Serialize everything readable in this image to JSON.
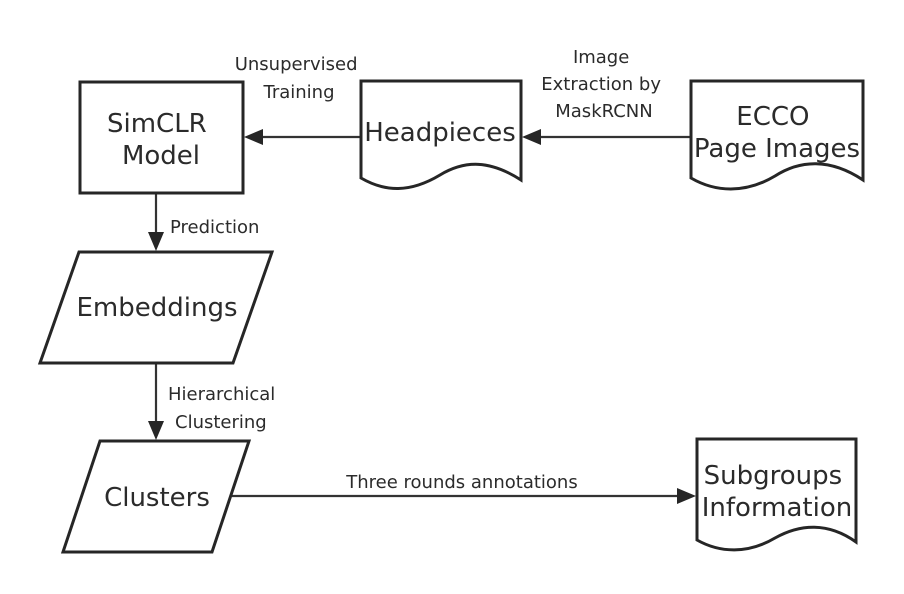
{
  "diagram": {
    "type": "flowchart",
    "colors": {
      "stroke": "#262626",
      "text": "#2b2b2b",
      "background": "#ffffff"
    },
    "nodes": [
      {
        "id": "simclr",
        "shape": "rectangle",
        "lines": [
          "SimCLR",
          "Model"
        ]
      },
      {
        "id": "headpieces",
        "shape": "document",
        "lines": [
          "Headpieces"
        ]
      },
      {
        "id": "ecco",
        "shape": "document",
        "lines": [
          "ECCO",
          "Page Images"
        ]
      },
      {
        "id": "embeddings",
        "shape": "parallelogram",
        "lines": [
          "Embeddings"
        ]
      },
      {
        "id": "clusters",
        "shape": "parallelogram",
        "lines": [
          "Clusters"
        ]
      },
      {
        "id": "subgroups",
        "shape": "document",
        "lines": [
          "Subgroups",
          "Information"
        ]
      }
    ],
    "edges": [
      {
        "from": "ecco",
        "to": "headpieces",
        "label_lines": [
          "Image",
          "Extraction by",
          "MaskRCNN"
        ]
      },
      {
        "from": "headpieces",
        "to": "simclr",
        "label_lines": [
          "Unsupervised",
          "Training"
        ]
      },
      {
        "from": "simclr",
        "to": "embeddings",
        "label_lines": [
          "Prediction"
        ]
      },
      {
        "from": "embeddings",
        "to": "clusters",
        "label_lines": [
          "Hierarchical",
          "Clustering"
        ]
      },
      {
        "from": "clusters",
        "to": "subgroups",
        "label_lines": [
          "Three rounds annotations"
        ]
      }
    ]
  }
}
